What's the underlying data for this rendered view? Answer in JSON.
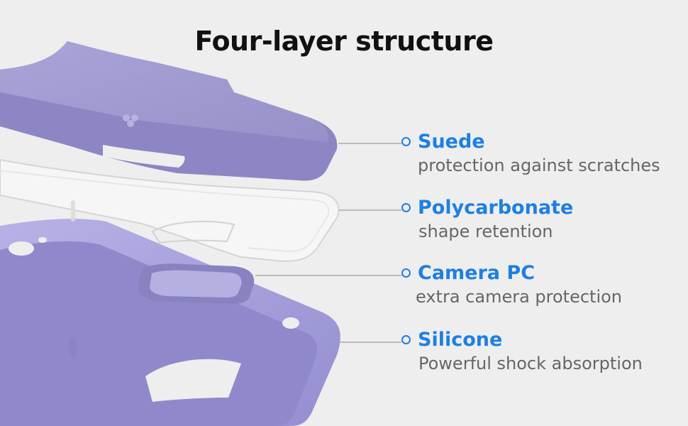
{
  "title": "Four-layer structure",
  "colors": {
    "accent": "#1f7fe0",
    "lavender": "#a49fd6",
    "lavender_dark": "#7f79b8",
    "description_text": "#666666"
  },
  "layers": [
    {
      "name": "Suede",
      "description": "protection against scratches"
    },
    {
      "name": "Polycarbonate",
      "description": "shape retention"
    },
    {
      "name": "Camera PC",
      "description": "extra camera protection"
    },
    {
      "name": "Silicone",
      "description": "Powerful shock absorption"
    }
  ]
}
